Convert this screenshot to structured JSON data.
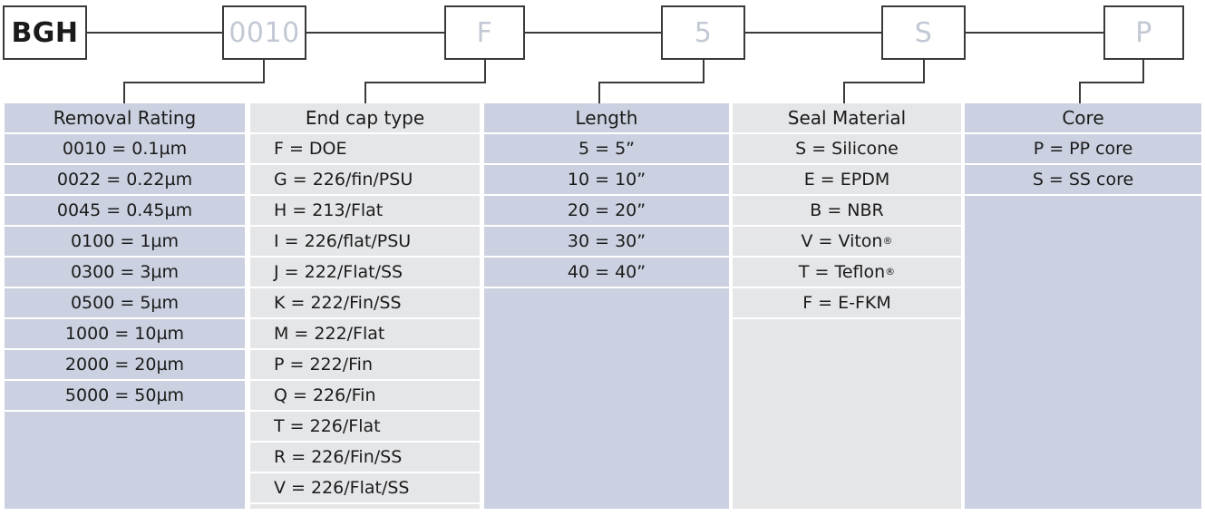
{
  "part_code": {
    "segments": [
      {
        "name": "prefix",
        "value": "BGH",
        "style": "prefix"
      },
      {
        "name": "removal-rating",
        "value": "0010",
        "style": "sample"
      },
      {
        "name": "end-cap-type",
        "value": "F",
        "style": "sample"
      },
      {
        "name": "length",
        "value": "5",
        "style": "sample"
      },
      {
        "name": "seal-material",
        "value": "S",
        "style": "sample"
      },
      {
        "name": "core",
        "value": "P",
        "style": "sample"
      }
    ]
  },
  "colors": {
    "tint_blue_grey": "#cbd1e0",
    "tint_light_grey": "#e5e6e8",
    "line": "#3a3a3a",
    "sample_text": "#c2c9d4",
    "prefix_text": "#1a1a1a"
  },
  "columns": [
    {
      "key": "removal_rating",
      "header": "Removal Rating",
      "tint": "blue-grey",
      "align": "center",
      "options": [
        "0010 = 0.1µm",
        "0022 = 0.22µm",
        "0045 = 0.45µm",
        "0100 = 1µm",
        "0300 = 3µm",
        "0500 = 5µm",
        "1000 = 10µm",
        "2000 = 20µm",
        "5000 = 50µm"
      ]
    },
    {
      "key": "end_cap_type",
      "header": "End cap type",
      "tint": "light-grey",
      "align": "left",
      "options": [
        "F = DOE",
        "G = 226/fin/PSU",
        "H = 213/Flat",
        "I = 226/flat/PSU",
        "J = 222/Flat/SS",
        "K = 222/Fin/SS",
        "M = 222/Flat",
        "P = 222/Fin",
        "Q = 226/Fin",
        "T = 226/Flat",
        "R = 226/Fin/SS",
        "V = 226/Flat/SS"
      ]
    },
    {
      "key": "length",
      "header": "Length",
      "tint": "blue-grey",
      "align": "center",
      "options": [
        "5 = 5”",
        "10 = 10”",
        "20 = 20”",
        "30 = 30”",
        "40 = 40”"
      ]
    },
    {
      "key": "seal_material",
      "header": "Seal Material",
      "tint": "light-grey",
      "align": "center",
      "options": [
        "S = Silicone",
        "E = EPDM",
        "B = NBR",
        "V = Viton®",
        "T = Teflon®",
        "F = E-FKM"
      ]
    },
    {
      "key": "core",
      "header": "Core",
      "tint": "blue-grey",
      "align": "center",
      "options": [
        "P = PP core",
        "S = SS core"
      ]
    }
  ]
}
